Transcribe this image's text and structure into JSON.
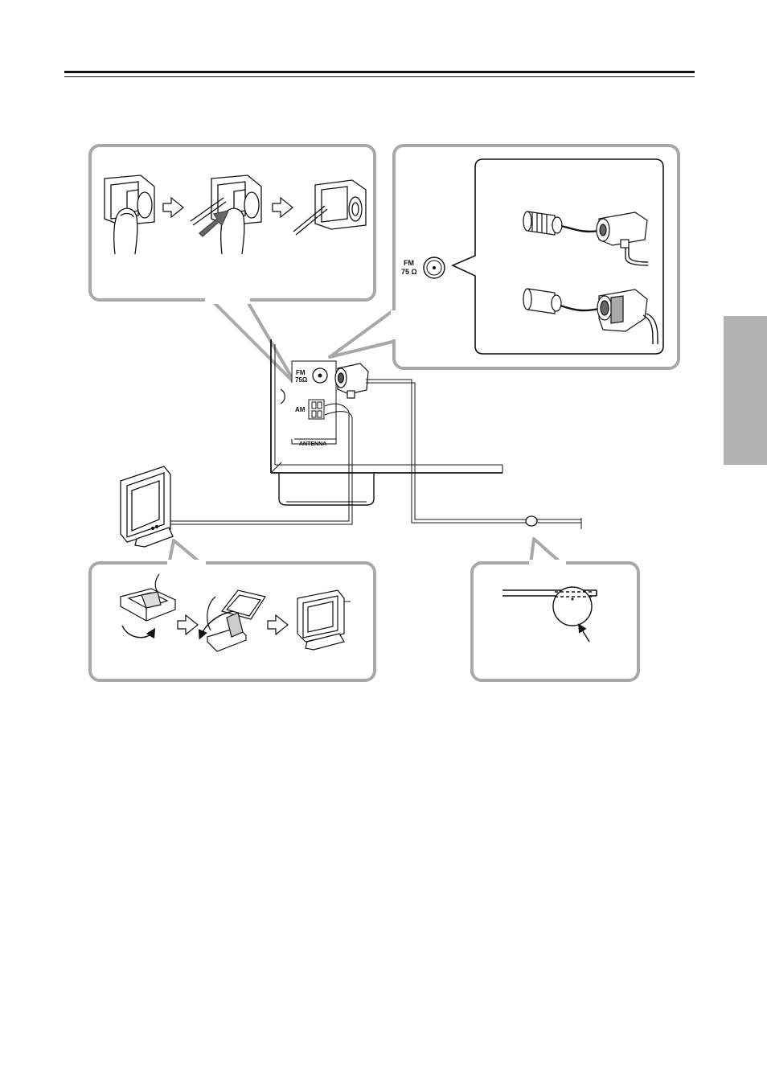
{
  "labels": {
    "fm_jack": "FM",
    "fm_ohm": "75 Ω",
    "panel_fm": "FM",
    "panel_ohm": "75Ω",
    "panel_am": "AM",
    "panel_antenna": "ANTENNA"
  },
  "colors": {
    "panel_border": "#a8a8a8",
    "side_tab": "#b3b3b3",
    "line": "#1a1a1a"
  },
  "icons": [
    "finger-press-icon",
    "arrow-right-icon",
    "wire-insert-icon",
    "f-connector-icon",
    "am-loop-antenna-icon",
    "fm-wire-antenna-icon"
  ]
}
